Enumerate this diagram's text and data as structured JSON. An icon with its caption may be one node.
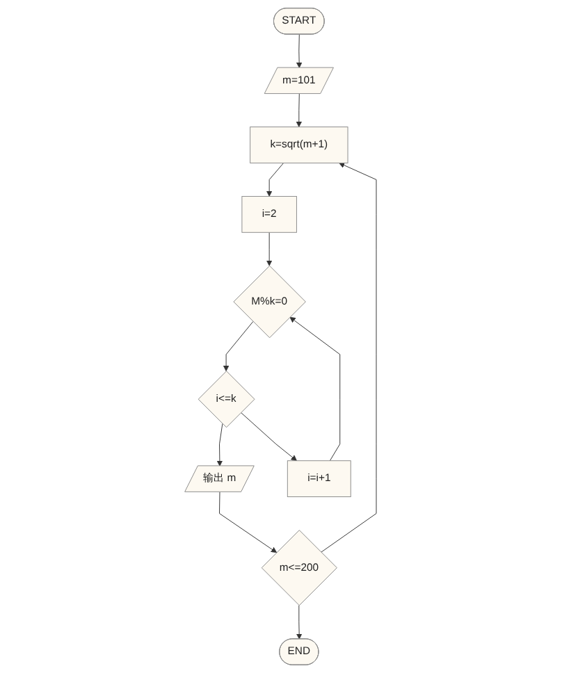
{
  "diagram": {
    "nodes": [
      {
        "text": [
          "START"
        ]
      },
      {
        "text": [
          "m=101"
        ]
      },
      {
        "text": [
          "k=sqrt(m+1)"
        ]
      },
      {
        "text": [
          "i=2"
        ]
      },
      {
        "text": [
          "M%k=0"
        ]
      },
      {
        "text": [
          "i<=k"
        ]
      },
      {
        "text": [
          "i=i+1"
        ]
      },
      {
        "text": [
          "输出 m"
        ]
      },
      {
        "text": [
          "m<=200"
        ]
      },
      {
        "text": [
          "END"
        ]
      }
    ],
    "edges": [
      {
        "from": 0,
        "to": 1,
        "arrow": "to"
      },
      {
        "from": 1,
        "to": 2,
        "arrow": "to"
      },
      {
        "from": 2,
        "to": 3,
        "arrow": "to"
      },
      {
        "from": 3,
        "to": 4,
        "arrow": "to"
      },
      {
        "from": 4,
        "to": 5,
        "arrow": "to"
      },
      {
        "from": 5,
        "to": 7,
        "arrow": "to"
      },
      {
        "from": 5,
        "to": 6,
        "arrow": "to"
      },
      {
        "from": 6,
        "to": 4,
        "arrow": "to"
      },
      {
        "from": 7,
        "to": 8,
        "arrow": "to"
      },
      {
        "from": 8,
        "to": 2,
        "arrow": "to"
      },
      {
        "from": 8,
        "to": 9,
        "arrow": "to"
      }
    ]
  }
}
